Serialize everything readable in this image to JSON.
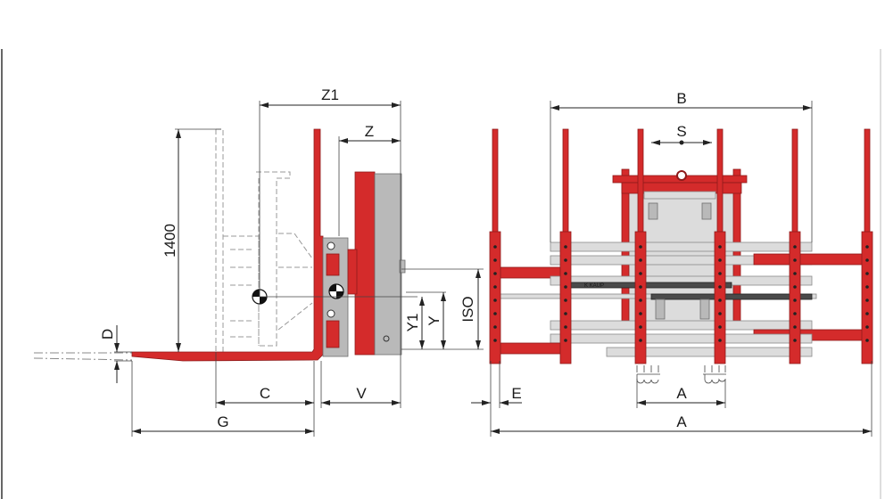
{
  "side_view": {
    "labels": {
      "z1": "Z1",
      "z": "Z",
      "height": "1400",
      "d": "D",
      "c": "C",
      "v": "V",
      "g": "G",
      "y1": "Y1",
      "y": "Y",
      "iso": "ISO"
    }
  },
  "front_view": {
    "labels": {
      "b": "B",
      "s": "S",
      "a_inner": "A",
      "e": "E",
      "a_outer": "A"
    },
    "logo_text": "KAUP"
  },
  "colors": {
    "attachment_red": "#d42b2b",
    "frame_gray": "#b9b9b9"
  }
}
